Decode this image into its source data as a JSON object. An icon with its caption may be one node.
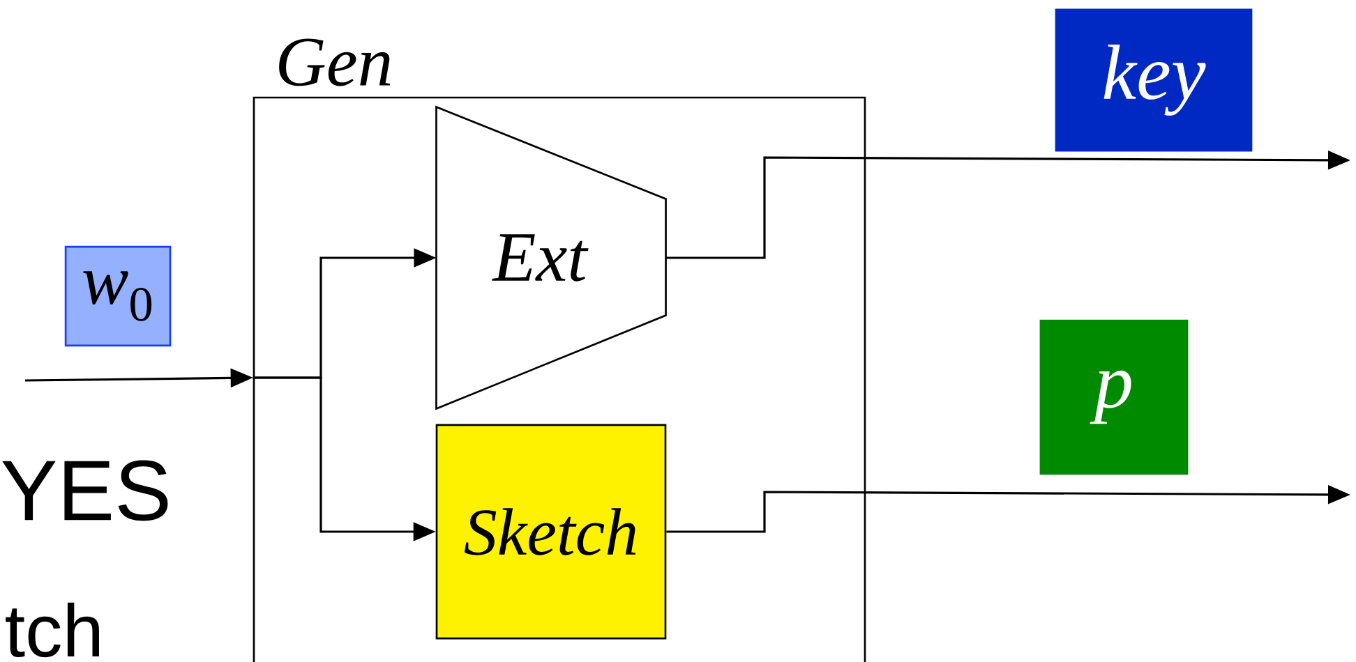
{
  "diagram": {
    "nodes": [
      {
        "text": [
          "Gen"
        ]
      },
      {
        "text": [
          "Ext"
        ],
        "in": 0
      },
      {
        "text": [
          "Sketch"
        ],
        "in": 0
      },
      {
        "text": [
          "*w*$_{0}$"
        ]
      },
      {
        "text": [
          "key"
        ]
      },
      {
        "text": [
          "p"
        ]
      }
    ],
    "edges": [
      {
        "from": null,
        "to": 0,
        "arrow": "to"
      },
      {
        "from": 0,
        "to": 1,
        "arrow": "to"
      },
      {
        "from": 0,
        "to": 2,
        "arrow": "to"
      },
      {
        "from": 1,
        "to": null,
        "arrow": "to"
      },
      {
        "from": 2,
        "to": null,
        "arrow": "to"
      }
    ],
    "labels": [
      "YES",
      "tch"
    ]
  }
}
